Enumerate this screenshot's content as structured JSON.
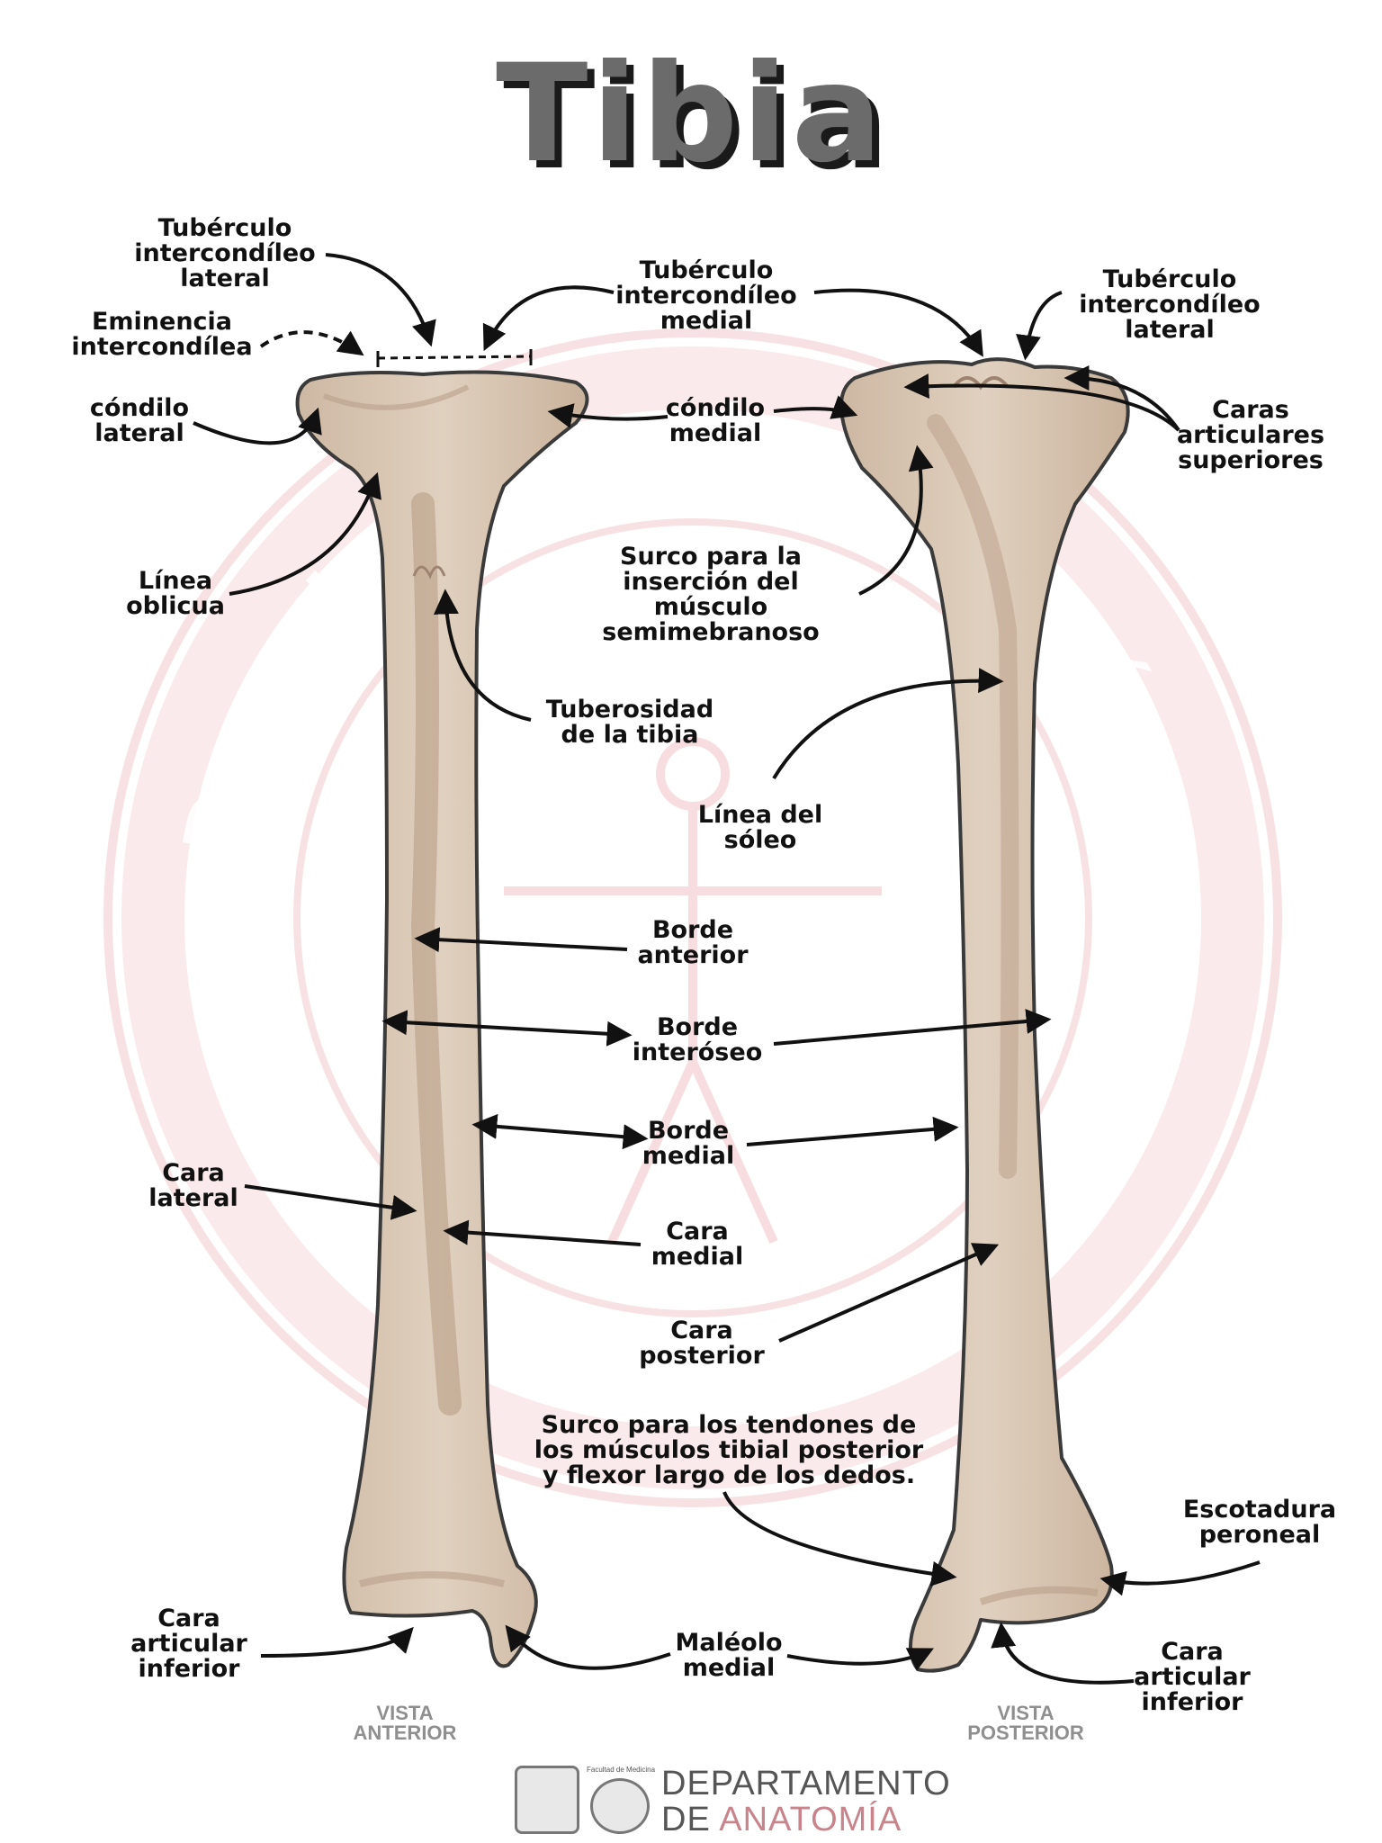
{
  "title": "Tibia",
  "watermark": {
    "ring_text_top": "Departamento de Anatomía",
    "ring_text_bottom": "Facultad de Medicina UNAM"
  },
  "views": {
    "anterior": "VISTA\nANTERIOR",
    "posterior": "VISTA\nPOSTERIOR"
  },
  "labels": {
    "tub_intercond_lateral_ant": "Tubérculo\nintercondíleo\nlateral",
    "eminencia_intercondilea": "Eminencia\nintercondílea",
    "tub_intercond_medial": "Tubérculo\nintercondíleo\nmedial",
    "tub_intercond_lateral_post": "Tubérculo\nintercondíleo\nlateral",
    "condilo_lateral": "cóndilo\nlateral",
    "condilo_medial": "cóndilo\nmedial",
    "caras_articulares_superiores": "Caras\narticulares\nsuperiores",
    "linea_oblicua": "Línea\noblicua",
    "surco_semimembranoso": "Surco para la\ninserción del\nmúsculo\nsemimebranoso",
    "tuberosidad_tibia": "Tuberosidad\nde la tibia",
    "linea_soleo": "Línea del\nsóleo",
    "borde_anterior": "Borde\nanterior",
    "borde_interoseo": "Borde\ninteróseo",
    "borde_medial": "Borde\nmedial",
    "cara_lateral": "Cara\nlateral",
    "cara_medial": "Cara\nmedial",
    "cara_posterior": "Cara\nposterior",
    "surco_tendones": "Surco para los tendones de\nlos músculos tibial posterior\ny flexor largo de los dedos.",
    "escotadura_peroneal": "Escotadura\nperoneal",
    "cara_articular_inferior_ant": "Cara\narticular\ninferior",
    "maleolo_medial": "Maléolo\nmedial",
    "cara_articular_inferior_post": "Cara\narticular\ninferior"
  },
  "footer": {
    "seal_caption": "Facultad de Medicina",
    "dept_line1": "DEPARTAMENTO",
    "dept_line2_prefix": "DE ",
    "dept_line2_accent": "ANATOMÍA"
  },
  "colors": {
    "bone": "#d9c7b3",
    "bone_shadow": "#b9a08a",
    "outline": "#3a3a3a",
    "watermark": "#f6d6d9",
    "title": "#6b6b6b"
  }
}
